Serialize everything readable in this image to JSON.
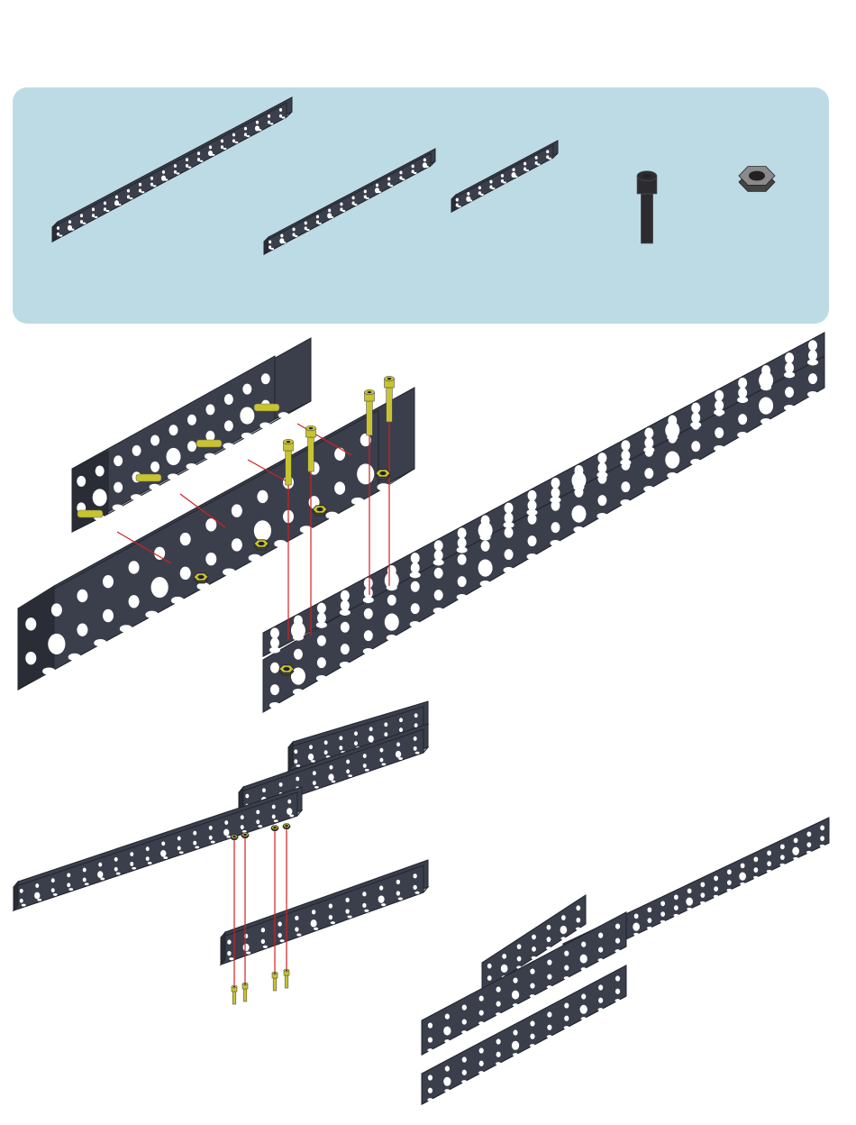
{
  "colors": {
    "panel": "#bddbe5",
    "channel_face": "#3b3f4c",
    "channel_top": "#9ea6b8",
    "channel_edge": "#23262e",
    "hole": "#ffffff",
    "bolt_black": "#2c2c2f",
    "hardware_yellow": "#c8c430",
    "guide_line": "#d22020"
  },
  "parts_panel": {
    "items": [
      {
        "name": "long-channel",
        "icon": "u-channel"
      },
      {
        "name": "medium-channel",
        "icon": "u-channel"
      },
      {
        "name": "short-channel",
        "icon": "u-channel"
      },
      {
        "name": "socket-head-screw",
        "icon": "screw"
      },
      {
        "name": "keps-nut",
        "icon": "hex-nut"
      }
    ]
  },
  "steps": [
    {
      "name": "step-join-channels",
      "screws": 4,
      "nuts": 4
    },
    {
      "name": "step-attach-bottom-channel",
      "screws": 4
    },
    {
      "name": "step-finished-assembly"
    }
  ]
}
